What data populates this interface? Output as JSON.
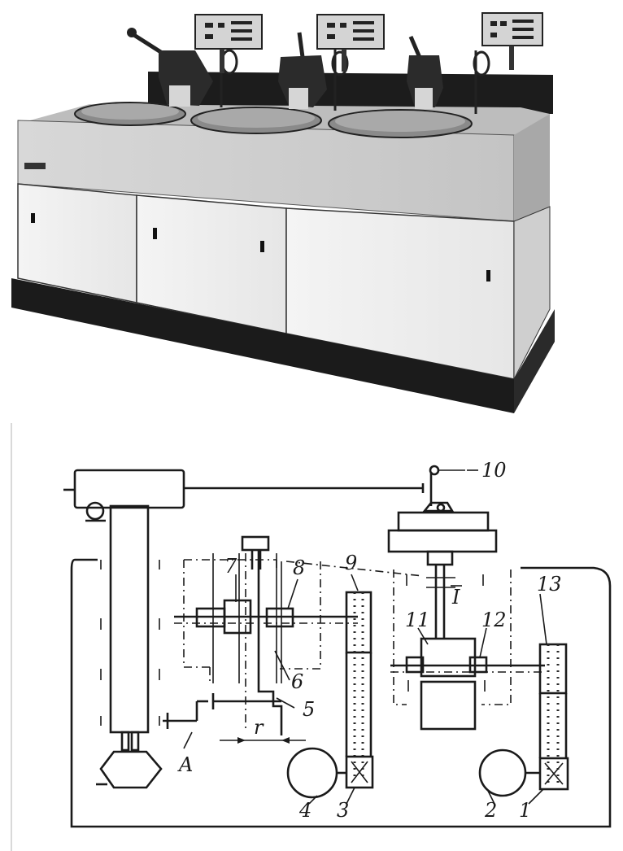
{
  "photo": {
    "description_icon": "lapping-machine-photo"
  },
  "diagram": {
    "labels": {
      "l1": "1",
      "l2": "2",
      "l3": "3",
      "l4": "4",
      "l5": "5",
      "l6": "6",
      "l7": "7",
      "l8": "8",
      "l9": "9",
      "l10": "10",
      "l11": "11",
      "l12": "12",
      "l13": "13",
      "lI": "I",
      "lA": "A",
      "lr": "r"
    }
  }
}
